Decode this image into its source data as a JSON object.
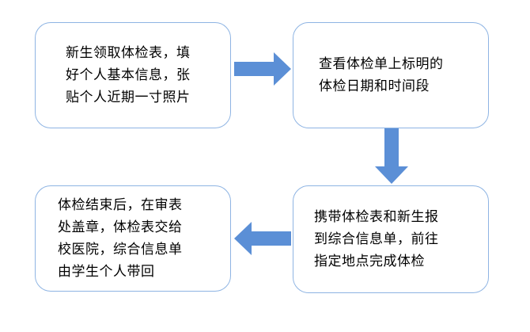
{
  "flow": {
    "steps": [
      {
        "line1": "新生领取体检表，填",
        "line2": "好个人基本信息，张",
        "line3": "贴个人近期一寸照片"
      },
      {
        "line1": "查看体检单上标明的",
        "line2": "体检日期和时间段"
      },
      {
        "line1": "携带体检表和新生报",
        "line2": "到综合信息单，前往",
        "line3": "指定地点完成体检"
      },
      {
        "line1": "体检结束后，在审表",
        "line2": "处盖章，体检表交给",
        "line3": "校医院，综合信息单",
        "line4": "由学生个人带回"
      }
    ]
  },
  "colors": {
    "arrow": "#5B8FD6",
    "border": "#8EB4E3"
  }
}
